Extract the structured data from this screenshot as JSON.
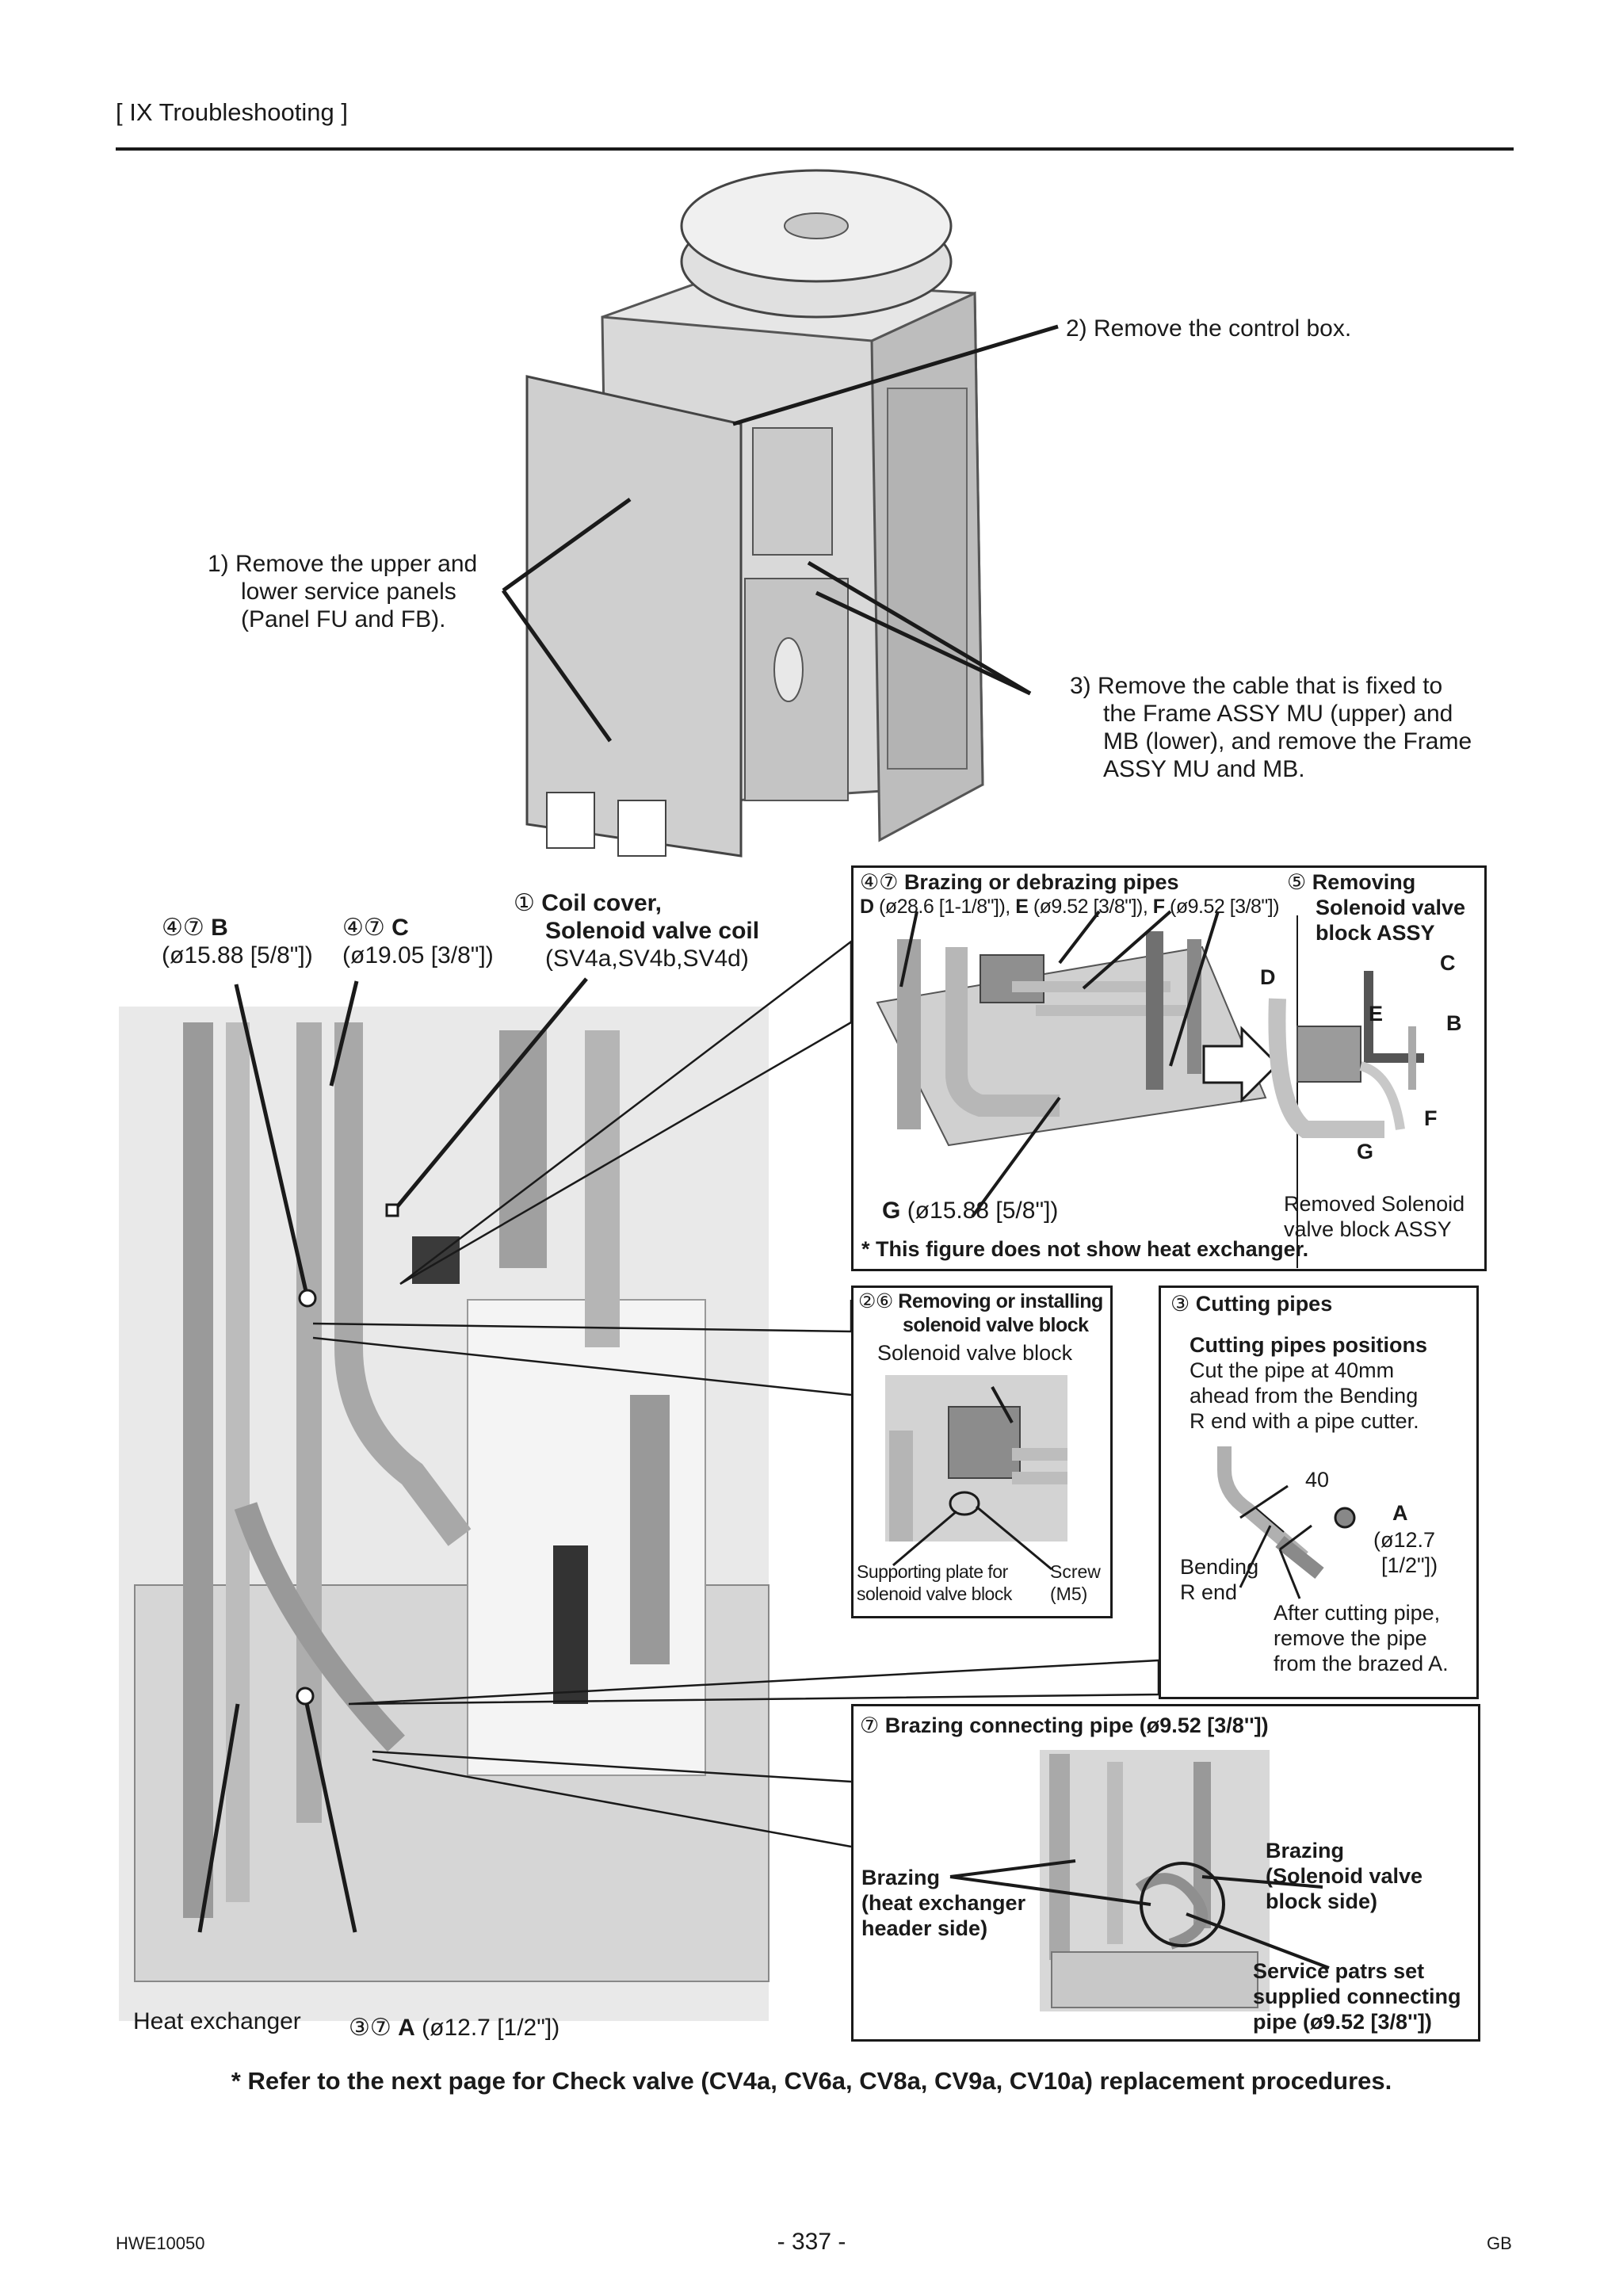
{
  "header": {
    "section": "[ IX  Troubleshooting ]"
  },
  "steps": {
    "s1": [
      "1)  Remove the upper and",
      "lower service panels",
      "(Panel FU and FB)."
    ],
    "s2": "2)  Remove the control box.",
    "s3": [
      "3)  Remove the cable that is fixed to",
      "the Frame ASSY MU (upper) and",
      "MB (lower), and remove the Frame",
      "ASSY MU and MB."
    ]
  },
  "labels": {
    "b_num": "④⑦",
    "b_letter": "B",
    "b_size": "(ø15.88 [5/8\"])",
    "c_num": "④⑦",
    "c_letter": "C",
    "c_size": "(ø19.05 [3/8\"])",
    "coil_num": "①",
    "coil_title": "Coil cover,",
    "coil_title2": "Solenoid valve coil",
    "coil_sub": "(SV4a,SV4b,SV4d)",
    "heat_exchanger": "Heat exchanger",
    "a_num": "③⑦",
    "a_letter": "A",
    "a_size": "(ø12.7 [1/2\"])"
  },
  "box_brazing": {
    "title_num": "④⑦",
    "title": "Brazing or debrazing pipes",
    "d_letter": "D",
    "d_size": "(ø28.6 [1-1/8\"]),",
    "e_letter": "E",
    "e_size": "(ø9.52 [3/8\"]),",
    "f_letter": "F",
    "f_size": "(ø9.52 [3/8\"])",
    "g_letter": "G",
    "g_size": "(ø15.88 [5/8\"])",
    "note": "* This figure does not show heat exchanger."
  },
  "box_removing": {
    "num": "⑤",
    "title": [
      "Removing",
      "Solenoid valve",
      "block ASSY"
    ],
    "letters": [
      "D",
      "C",
      "E",
      "B",
      "F",
      "G"
    ],
    "caption": [
      "Removed Solenoid",
      "valve block ASSY"
    ]
  },
  "box_installing": {
    "num": "②⑥",
    "title": "Removing or installing",
    "title2": "solenoid valve block",
    "sub": "Solenoid valve block",
    "plate": [
      "Supporting plate for",
      "solenoid valve block"
    ],
    "screw": [
      "Screw",
      "(M5)"
    ]
  },
  "box_cutting": {
    "num": "③",
    "title": "Cutting pipes",
    "sub": "Cutting pipes positions",
    "desc": [
      "Cut the pipe at 40mm",
      "ahead from the Bending",
      "R end with a pipe cutter."
    ],
    "dim": "40",
    "a_letter": "A",
    "a_size": [
      "(ø12.7",
      "[1/2\"])"
    ],
    "bending": [
      "Bending",
      "R end"
    ],
    "after": [
      "After cutting pipe,",
      "remove the pipe",
      "from the brazed A."
    ]
  },
  "box_connecting": {
    "num": "⑦",
    "title": "Brazing connecting pipe (ø9.52 [3/8''])",
    "left": [
      "Brazing",
      "(heat exchanger",
      "header side)"
    ],
    "right": [
      "Brazing",
      "(Solenoid valve",
      "block side)"
    ],
    "service": [
      "Service patrs set",
      "supplied connecting",
      "pipe (ø9.52 [3/8''])"
    ]
  },
  "bottom_note": "* Refer to the next page for Check valve (CV4a, CV6a, CV8a, CV9a, CV10a) replacement procedures.",
  "footer": {
    "left": "HWE10050",
    "page": "- 337 -",
    "right": "GB"
  }
}
